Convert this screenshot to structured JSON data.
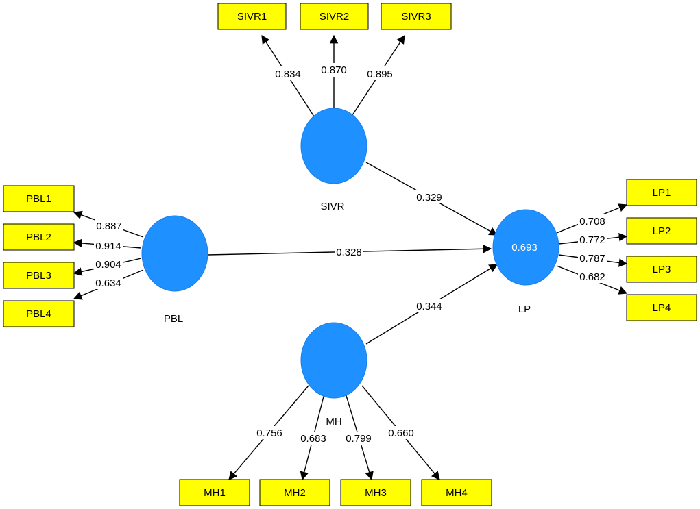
{
  "diagram": {
    "constructs": {
      "sivr": {
        "label": "SIVR"
      },
      "pbl": {
        "label": "PBL"
      },
      "lp": {
        "label": "LP",
        "r_squared": "0.693"
      },
      "mh": {
        "label": "MH"
      }
    },
    "indicators": {
      "sivr1": "SIVR1",
      "sivr2": "SIVR2",
      "sivr3": "SIVR3",
      "pbl1": "PBL1",
      "pbl2": "PBL2",
      "pbl3": "PBL3",
      "pbl4": "PBL4",
      "lp1": "LP1",
      "lp2": "LP2",
      "lp3": "LP3",
      "lp4": "LP4",
      "mh1": "MH1",
      "mh2": "MH2",
      "mh3": "MH3",
      "mh4": "MH4"
    },
    "loadings": {
      "sivr1": "0.834",
      "sivr2": "0.870",
      "sivr3": "0.895",
      "pbl1": "0.887",
      "pbl2": "0.914",
      "pbl3": "0.904",
      "pbl4": "0.634",
      "lp1": "0.708",
      "lp2": "0.772",
      "lp3": "0.787",
      "lp4": "0.682",
      "mh1": "0.756",
      "mh2": "0.683",
      "mh3": "0.799",
      "mh4": "0.660"
    },
    "paths": {
      "sivr_lp": "0.329",
      "pbl_lp": "0.328",
      "mh_lp": "0.344"
    },
    "colors": {
      "construct_fill": "#1e90ff",
      "indicator_fill": "#ffff00",
      "line": "#000000"
    }
  }
}
